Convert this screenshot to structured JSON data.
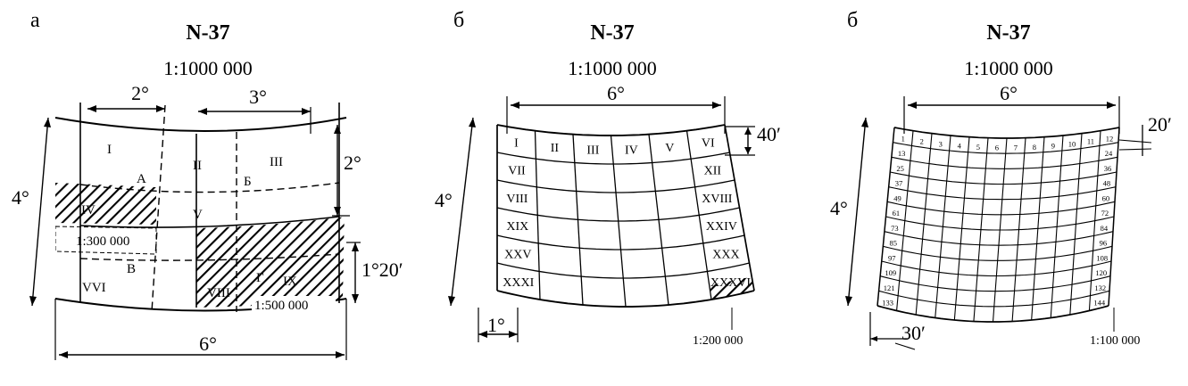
{
  "panels": [
    {
      "letter": "а",
      "sheet": "N-37",
      "scale": "1:1000 000",
      "dims": {
        "width": "6°",
        "height": "4°",
        "left_span": "2°",
        "right_span": "3°",
        "right_height": "2°",
        "right_height2": "1°20′"
      },
      "sheets": [
        "I",
        "II",
        "III",
        "IV",
        "V",
        "VVI",
        "VIII",
        "IX"
      ],
      "blocks": [
        "А",
        "Б",
        "В",
        "Г"
      ],
      "scale_300": "1:300 000",
      "scale_500": "1:500 000"
    },
    {
      "letter": "б",
      "sheet": "N-37",
      "scale": "1:1000 000",
      "dims": {
        "width": "6°",
        "height": "4°",
        "row_height": "40′",
        "col_width": "1°"
      },
      "top_row": [
        "I",
        "II",
        "III",
        "IV",
        "V",
        "VI"
      ],
      "left_col": [
        "VII",
        "VIII",
        "XIX",
        "XXV",
        "XXXI"
      ],
      "right_col": [
        "XII",
        "XVIII",
        "XXIV",
        "XXX",
        "XXXVI"
      ],
      "scale_200": "1:200 000"
    },
    {
      "letter": "б",
      "sheet": "N-37",
      "scale": "1:1000 000",
      "dims": {
        "width": "6°",
        "height": "4°",
        "row_height": "20′",
        "col_width": "30′"
      },
      "top_row": [
        "1",
        "2",
        "3",
        "4",
        "5",
        "6",
        "7",
        "8",
        "9",
        "10",
        "11",
        "12"
      ],
      "left_col": [
        "13",
        "25",
        "37",
        "49",
        "61",
        "73",
        "85",
        "97",
        "109",
        "121",
        "133"
      ],
      "right_col": [
        "24",
        "36",
        "48",
        "60",
        "72",
        "84",
        "96",
        "108",
        "120",
        "132",
        "144"
      ],
      "scale_100": "1:100 000"
    }
  ],
  "colors": {
    "line": "#000000",
    "background": "#ffffff"
  }
}
